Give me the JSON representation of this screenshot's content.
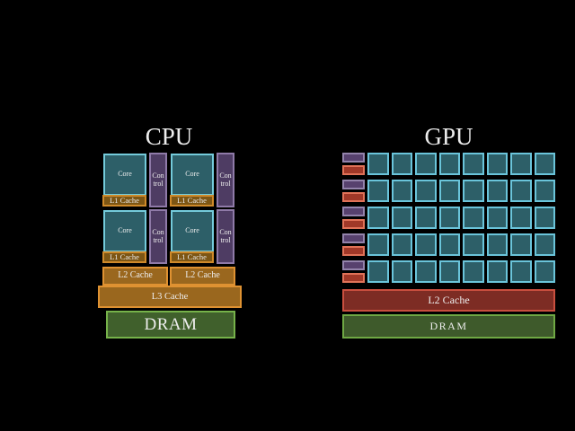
{
  "colors": {
    "bg": "#000000",
    "text": "#ededed",
    "core_fill": "#2d5f68",
    "core_border": "#74cbdb",
    "ctrl_fill": "#4e3c63",
    "ctrl_border": "#8f7aa8",
    "l1_fill": "#7d5614",
    "l1_border": "#cf8a2a",
    "l2_fill": "#9a671e",
    "l2_border": "#df9232",
    "dram_fill": "#40602c",
    "dram_border": "#76b24a",
    "gpu_ctrl_fill": "#57416e",
    "gpu_ctrl_border": "#9383ab",
    "gpu_l1_fill": "#a03828",
    "gpu_l1_border": "#e07258",
    "gpu_core_fill": "#2d5f68",
    "gpu_core_border": "#6ac4da",
    "gpu_l2_fill": "#7d2c24",
    "gpu_l2_border": "#c94f3f",
    "gpu_dram_fill": "#3e5a2b",
    "gpu_dram_border": "#6fa844"
  },
  "cpu": {
    "title": "CPU",
    "core_count": 4,
    "core_label": "Core",
    "control_label": "Con\ntrol",
    "l1_label": "L1 Cache",
    "l2_left_label": "L2 Cache",
    "l2_right_label": "L2 Cache",
    "l3_label": "L3 Cache",
    "dram_label": "DRAM"
  },
  "gpu": {
    "title": "GPU",
    "rows": 5,
    "cols": 8,
    "l2_label": "L2 Cache",
    "dram_label": "DRAM"
  }
}
